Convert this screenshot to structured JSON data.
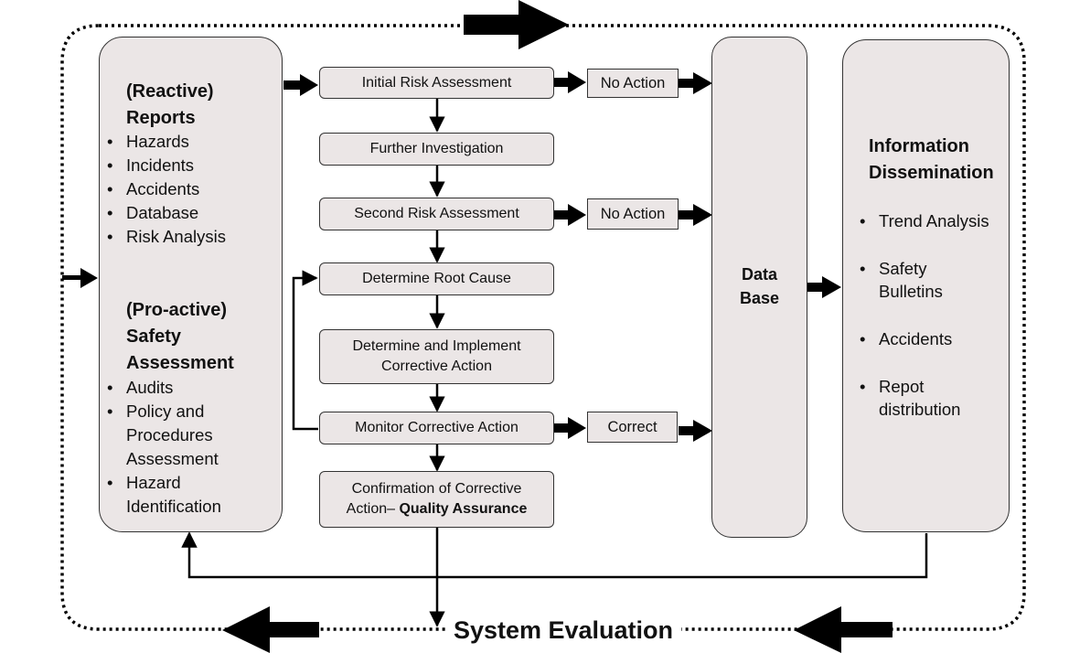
{
  "reactive": {
    "title_line1": "(Reactive)",
    "title_line2": "Reports",
    "items": [
      "Hazards",
      "Incidents",
      "Accidents",
      "Database",
      "Risk Analysis"
    ]
  },
  "proactive": {
    "title_line1": "(Pro-active)",
    "title_line2": "Safety",
    "title_line3": "Assessment",
    "items": [
      "Audits",
      "Policy and",
      "Procedures",
      "Assessment",
      "Hazard",
      "Identification"
    ]
  },
  "flow": {
    "initial_risk": "Initial Risk Assessment",
    "further_investigation": "Further Investigation",
    "second_risk": "Second Risk Assessment",
    "root_cause": "Determine Root Cause",
    "implement_line1": "Determine and Implement",
    "implement_line2": "Corrective Action",
    "monitor": "Monitor Corrective Action",
    "confirm_line1": "Confirmation of Corrective",
    "confirm_line2_prefix": "Action– ",
    "confirm_line2_bold": "Quality Assurance"
  },
  "outcomes": {
    "no_action_1": "No Action",
    "no_action_2": "No Action",
    "correct": "Correct"
  },
  "database": {
    "line1": "Data",
    "line2": "Base"
  },
  "dissemination": {
    "title_line1": "Information",
    "title_line2": "Dissemination",
    "items": [
      "Trend Analysis",
      "Safety",
      "Bulletins",
      "Accidents",
      "Repot",
      "distribution"
    ]
  },
  "evaluation": "System Evaluation",
  "colors": {
    "box_fill": "#ebe6e6",
    "stroke": "#000000"
  }
}
